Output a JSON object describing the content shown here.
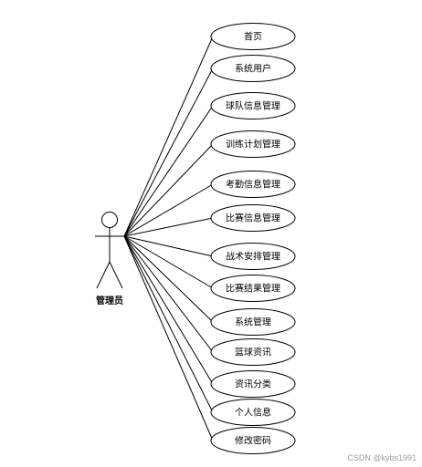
{
  "diagram": {
    "actor": {
      "label": "管理员"
    },
    "use_cases": [
      {
        "id": "home",
        "label": "首页"
      },
      {
        "id": "system-users",
        "label": "系统用户"
      },
      {
        "id": "team-info",
        "label": "球队信息管理"
      },
      {
        "id": "training-plan",
        "label": "训练计划管理"
      },
      {
        "id": "attendance-info",
        "label": "考勤信息管理"
      },
      {
        "id": "match-info",
        "label": "比赛信息管理"
      },
      {
        "id": "tactics",
        "label": "战术安排管理"
      },
      {
        "id": "match-results",
        "label": "比赛结果管理"
      },
      {
        "id": "system-admin",
        "label": "系统管理"
      },
      {
        "id": "basketball-news",
        "label": "篮球资讯"
      },
      {
        "id": "news-category",
        "label": "资讯分类"
      },
      {
        "id": "personal-info",
        "label": "个人信息"
      },
      {
        "id": "change-password",
        "label": "修改密码"
      }
    ]
  },
  "watermark": "CSDN @kybs1991"
}
